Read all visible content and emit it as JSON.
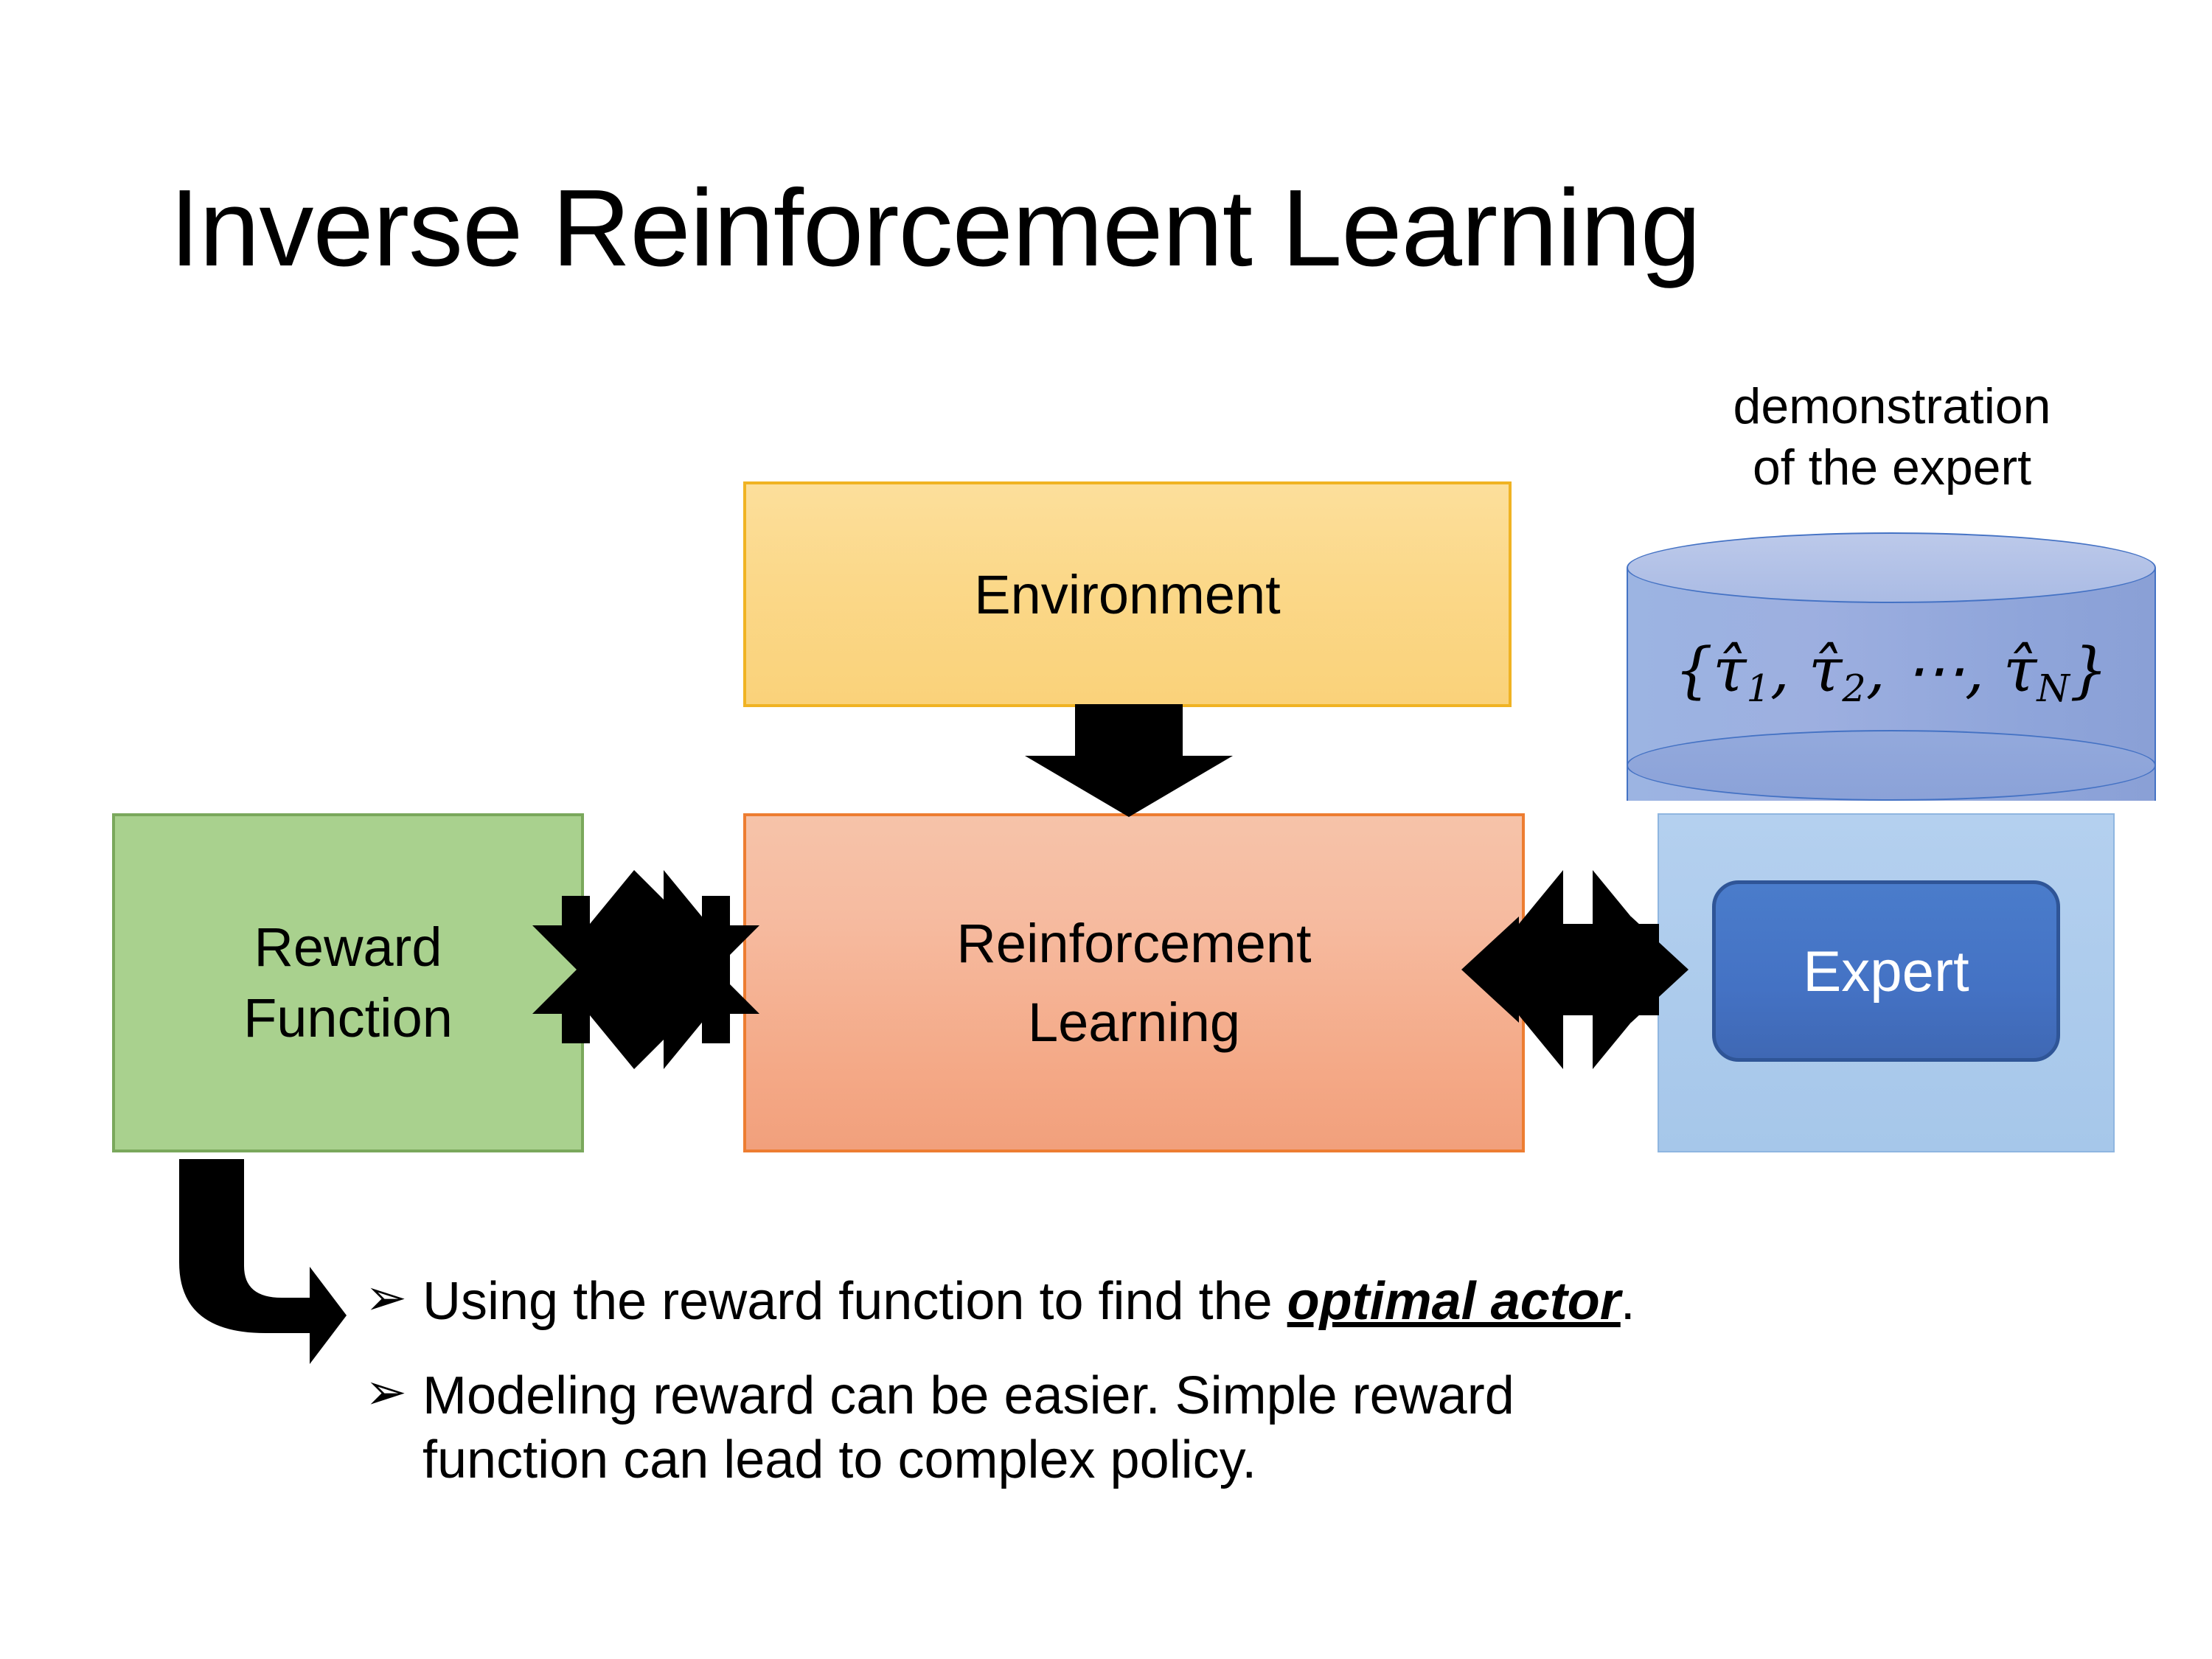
{
  "slide": {
    "title": "Inverse Reinforcement Learning",
    "background": "#ffffff"
  },
  "nodes": {
    "environment": {
      "label": "Environment",
      "fill": "#fad27a",
      "border": "#f0b323"
    },
    "reward_function": {
      "label_line1": "Reward",
      "label_line2": "Function",
      "fill": "#a9d18e",
      "border": "#7aa85c"
    },
    "reinforcement_learning": {
      "label_line1": "Reinforcement",
      "label_line2": "Learning",
      "fill": "#f4a987",
      "border": "#ed7d31"
    },
    "expert": {
      "label": "Expert",
      "fill": "#4472c4",
      "border": "#2f5597",
      "text_color": "#ffffff"
    },
    "expert_panel": {
      "fill": "#a6c7ea",
      "border": "#8fb6e0"
    },
    "demonstration_cylinder": {
      "caption_line1": "demonstration",
      "caption_line2": "of the expert",
      "set_open": "{",
      "tau1": "τ̂",
      "sub1": "1",
      "comma1": ", ",
      "tau2": "τ̂",
      "sub2": "2",
      "comma2": ", ",
      "ellipsis": "⋯",
      "comma3": ", ",
      "tauN": "τ̂",
      "subN": "N",
      "set_close": "}",
      "fill": "#9cb4e2",
      "border": "#4472c4"
    }
  },
  "arrows": {
    "environment_to_rl": "down-arrow",
    "reward_rl_link": "four-way-arrow",
    "rl_expert_link": "four-way-arrow",
    "reward_to_bullets": "elbow-arrow",
    "color": "#000000"
  },
  "bullets": [
    {
      "marker": "➢",
      "text_before": "Using the reward function to find the ",
      "emphasis": "optimal actor",
      "text_after": "."
    },
    {
      "marker": "➢",
      "text_before": "Modeling reward can be easier. Simple reward function can lead to complex policy.",
      "emphasis": "",
      "text_after": ""
    }
  ]
}
